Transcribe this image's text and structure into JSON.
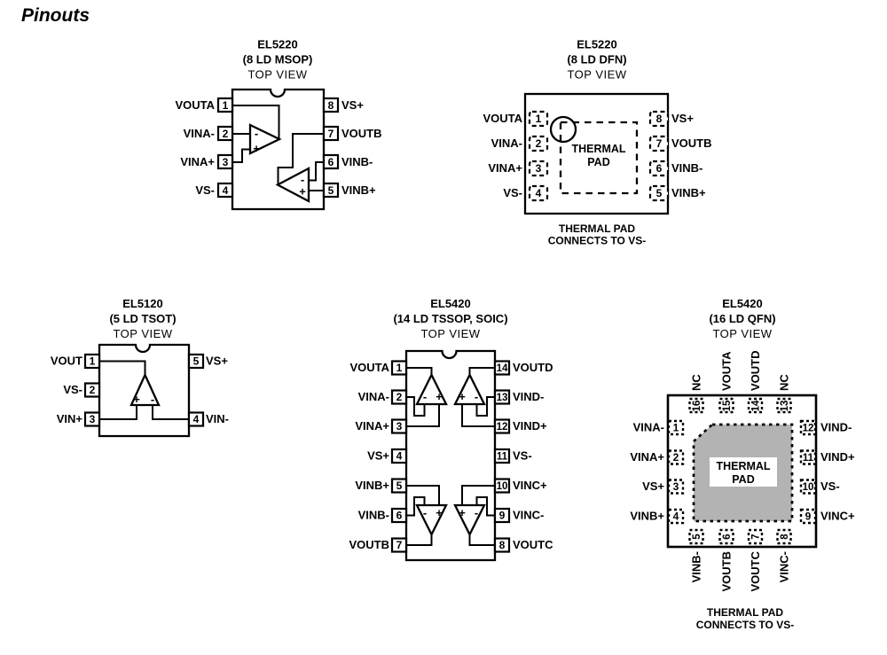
{
  "header": {
    "title": "Pinouts"
  },
  "colors": {
    "ink": "#000000",
    "paper": "#ffffff",
    "thermal_pad_gray": "#b3b3b3"
  },
  "signs": {
    "plus": "+",
    "minus": "-"
  },
  "packages": {
    "msop": {
      "title": "EL5220",
      "subtitle": "(8 LD MSOP)",
      "view": "TOP VIEW",
      "pins_left": [
        {
          "n": "1",
          "label": "VOUTA"
        },
        {
          "n": "2",
          "label": "VINA-"
        },
        {
          "n": "3",
          "label": "VINA+"
        },
        {
          "n": "4",
          "label": "VS-"
        }
      ],
      "pins_right": [
        {
          "n": "8",
          "label": "VS+"
        },
        {
          "n": "7",
          "label": "VOUTB"
        },
        {
          "n": "6",
          "label": "VINB-"
        },
        {
          "n": "5",
          "label": "VINB+"
        }
      ]
    },
    "dfn": {
      "title": "EL5220",
      "subtitle": "(8 LD DFN)",
      "view": "TOP VIEW",
      "pins_left": [
        {
          "n": "1",
          "label": "VOUTA"
        },
        {
          "n": "2",
          "label": "VINA-"
        },
        {
          "n": "3",
          "label": "VINA+"
        },
        {
          "n": "4",
          "label": "VS-"
        }
      ],
      "pins_right": [
        {
          "n": "8",
          "label": "VS+"
        },
        {
          "n": "7",
          "label": "VOUTB"
        },
        {
          "n": "6",
          "label": "VINB-"
        },
        {
          "n": "5",
          "label": "VINB+"
        }
      ],
      "pad": [
        "THERMAL",
        "PAD"
      ],
      "caption": [
        "THERMAL PAD",
        "CONNECTS TO VS-"
      ]
    },
    "tsot": {
      "title": "EL5120",
      "subtitle": "(5 LD TSOT)",
      "view": "TOP VIEW",
      "pins_left": [
        {
          "n": "1",
          "label": "VOUT"
        },
        {
          "n": "2",
          "label": "VS-"
        },
        {
          "n": "3",
          "label": "VIN+"
        }
      ],
      "pins_right": [
        {
          "n": "5",
          "label": "VS+"
        },
        {
          "n": "4",
          "label": "VIN-"
        }
      ]
    },
    "tssop": {
      "title": "EL5420",
      "subtitle": "(14 LD TSSOP, SOIC)",
      "view": "TOP VIEW",
      "pins_left": [
        {
          "n": "1",
          "label": "VOUTA"
        },
        {
          "n": "2",
          "label": "VINA-"
        },
        {
          "n": "3",
          "label": "VINA+"
        },
        {
          "n": "4",
          "label": "VS+"
        },
        {
          "n": "5",
          "label": "VINB+"
        },
        {
          "n": "6",
          "label": "VINB-"
        },
        {
          "n": "7",
          "label": "VOUTB"
        }
      ],
      "pins_right": [
        {
          "n": "14",
          "label": "VOUTD"
        },
        {
          "n": "13",
          "label": "VIND-"
        },
        {
          "n": "12",
          "label": "VIND+"
        },
        {
          "n": "11",
          "label": "VS-"
        },
        {
          "n": "10",
          "label": "VINC+"
        },
        {
          "n": "9",
          "label": "VINC-"
        },
        {
          "n": "8",
          "label": "VOUTC"
        }
      ]
    },
    "qfn": {
      "title": "EL5420",
      "subtitle": "(16 LD QFN)",
      "view": "TOP VIEW",
      "pins_top": [
        {
          "n": "16",
          "label": "NC"
        },
        {
          "n": "15",
          "label": "VOUTA"
        },
        {
          "n": "14",
          "label": "VOUTD"
        },
        {
          "n": "13",
          "label": "NC"
        }
      ],
      "pins_left": [
        {
          "n": "1",
          "label": "VINA-"
        },
        {
          "n": "2",
          "label": "VINA+"
        },
        {
          "n": "3",
          "label": "VS+"
        },
        {
          "n": "4",
          "label": "VINB+"
        }
      ],
      "pins_right": [
        {
          "n": "12",
          "label": "VIND-"
        },
        {
          "n": "11",
          "label": "VIND+"
        },
        {
          "n": "10",
          "label": "VS-"
        },
        {
          "n": "9",
          "label": "VINC+"
        }
      ],
      "pins_bottom": [
        {
          "n": "5",
          "label": "VINB-"
        },
        {
          "n": "6",
          "label": "VOUTB"
        },
        {
          "n": "7",
          "label": "VOUTC"
        },
        {
          "n": "8",
          "label": "VINC-"
        }
      ],
      "pad": [
        "THERMAL",
        "PAD"
      ],
      "caption": [
        "THERMAL PAD",
        "CONNECTS TO VS-"
      ]
    }
  }
}
